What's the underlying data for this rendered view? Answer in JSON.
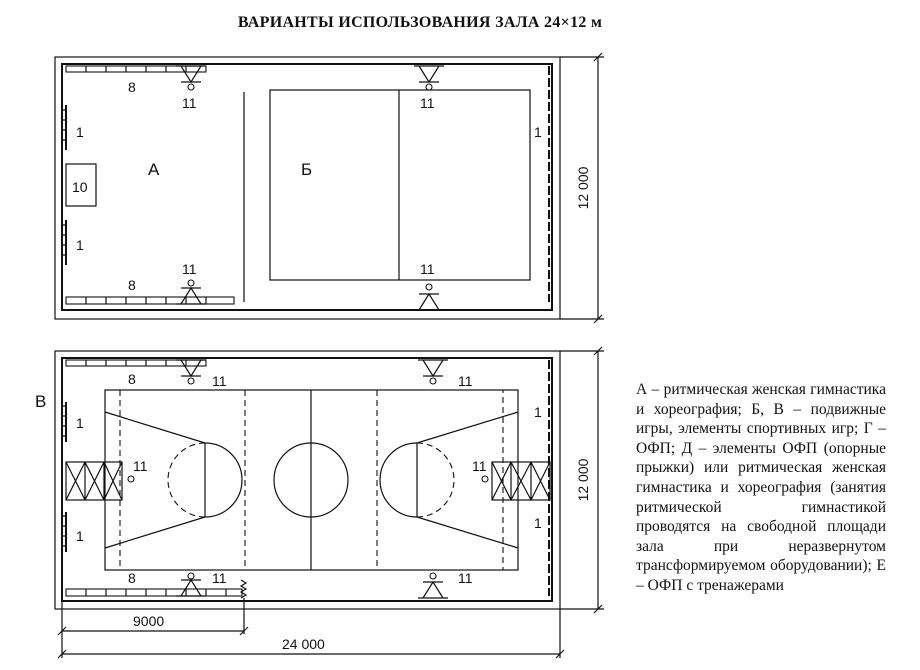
{
  "title": "ВАРИАНТЫ ИСПОЛЬЗОВАНИЯ ЗАЛА 24×12 м",
  "plan_top": {
    "zone_a": "А",
    "zone_b": "Б",
    "label_1": "1",
    "label_8": "8",
    "label_10": "10",
    "label_11": "11",
    "dim_height": "12 000"
  },
  "plan_bottom": {
    "variant": "В",
    "label_1": "1",
    "label_8": "8",
    "label_11": "11",
    "dim_height": "12 000",
    "dim_partial": "9000",
    "dim_total": "24 000"
  },
  "legend": "А – ритмическая женская гимнастика и хореография; Б, В – подвижные игры, элементы спортивных игр; Г – ОФП; Д – элементы ОФП (опорные прыжки) или ритмическая женская гимнастика и хореография (занятия ритмической гимнастикой проводятся на свободной площади зала при неразвернутом трансформируемом оборудовании); Е – ОФП с тренажерами"
}
